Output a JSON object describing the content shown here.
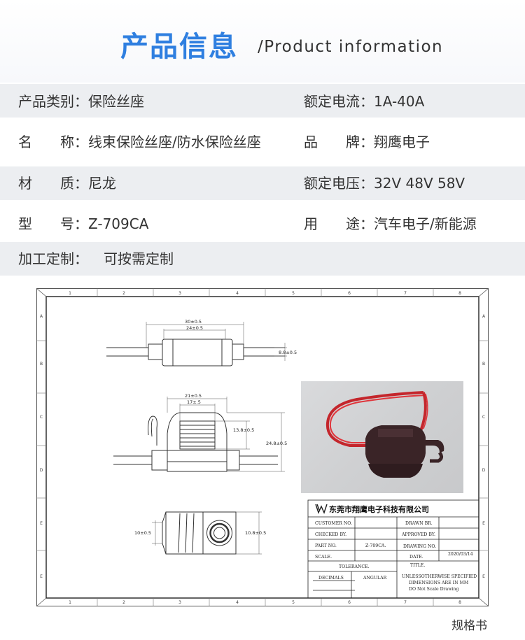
{
  "header": {
    "title_cn": "产品信息",
    "title_en": "/Product information"
  },
  "specs": [
    {
      "label": "产品类别：",
      "value": "保险丝座"
    },
    {
      "label": "额定电流：",
      "value": "1A-40A"
    },
    {
      "label": "名",
      "label2": "称：",
      "value": "线束保险丝座/防水保险丝座"
    },
    {
      "label": "品",
      "label2": "牌：",
      "value": "翔鹰电子"
    },
    {
      "label": "材",
      "label2": "质：",
      "value": "尼龙"
    },
    {
      "label": "额定电压：",
      "value": "32V 48V 58V"
    },
    {
      "label": "型",
      "label2": "号：",
      "value": "Z-709CA"
    },
    {
      "label": "用",
      "label2": "途：",
      "value": "汽车电子/新能源"
    },
    {
      "label": "加工定制：",
      "value": "可按需定制"
    }
  ],
  "drawing": {
    "col_markers": [
      "1",
      "2",
      "3",
      "4",
      "5",
      "6",
      "7",
      "8"
    ],
    "row_markers": [
      "A",
      "B",
      "C",
      "D",
      "E",
      "E"
    ],
    "dimensions": {
      "d30": "30±0.5",
      "d24": "24±0.5",
      "d88": "8.8±0.5",
      "d21": "21±0.5",
      "d17": "17±.5",
      "d138": "13.8±0.5",
      "d248": "24.8±0.5",
      "d10": "10±0.5",
      "d108": "10.8±0.5"
    },
    "title_block": {
      "company": "东莞市翔鹰电子科技有限公司",
      "customer_no": "CUSTOMER NO.",
      "drawn_by": "DRAWN BR.",
      "checked_by": "CHECKED BY.",
      "approved_by": "APPROVED BY.",
      "part_no": "PART NO.",
      "part_value": "Z-709CA.",
      "drawing_no": "DRAWING NO.",
      "scale": "SCALE.",
      "date": "DATE.",
      "date_value": "2020/03/14",
      "tolerance": "TOLERANCE.",
      "title": "TITLE.",
      "decimals": "DECIMALS",
      "angular": "ANGULAR",
      "note1": "UNLESSOTHERWISE SPECIFIED",
      "note2": "DIMENSIONS ARE IN MM",
      "note3": "DO Not Scale Drawing"
    }
  },
  "footer": {
    "label": "规格书"
  },
  "colors": {
    "accent": "#2f7fe0",
    "band": "#eceef1",
    "wire_red": "#d42a2f",
    "holder_dark": "#3a2427"
  }
}
